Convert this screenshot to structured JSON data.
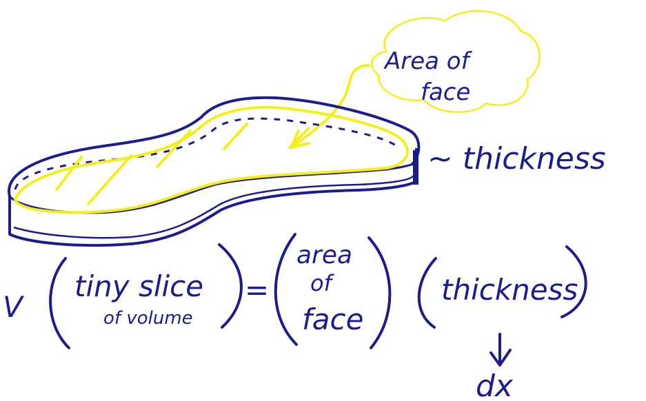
{
  "colors": {
    "ink": "#1c1c8f",
    "highlight": "#f4ef1c"
  },
  "callout": {
    "line1": "Area of",
    "line2": "face"
  },
  "thickness_label": "~ thickness",
  "equation": {
    "lhs_prefix": "V",
    "lhs_line1": "tiny slice",
    "lhs_line2": "of volume",
    "equals": "=",
    "rhs1_line1": "area",
    "rhs1_line2": "of",
    "rhs1_line3": "face",
    "rhs2": "thickness",
    "result": "dx"
  }
}
